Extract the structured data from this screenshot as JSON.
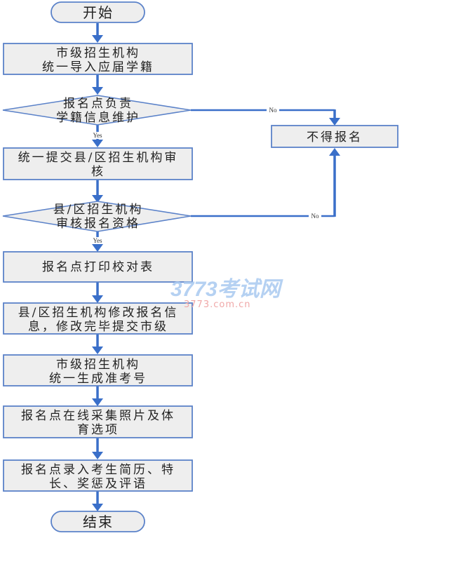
{
  "flowchart": {
    "start": "开始",
    "end": "结束",
    "nodes": [
      {
        "id": "city-import",
        "lines": [
          "市级招生机构",
          "统一导入应届学籍"
        ]
      },
      {
        "id": "decision-maintain",
        "lines": [
          "报名点负责",
          "学籍信息维护"
        ]
      },
      {
        "id": "submit-county",
        "lines": [
          "统一提交县/区招生机构审",
          "核"
        ]
      },
      {
        "id": "decision-county",
        "lines": [
          "县/区招生机构",
          "审核报名资格"
        ]
      },
      {
        "id": "print-check",
        "lines": [
          "报名点打印校对表"
        ]
      },
      {
        "id": "county-modify",
        "lines": [
          "县/区招生机构修改报名信",
          "息，修改完毕提交市级"
        ]
      },
      {
        "id": "city-generate",
        "lines": [
          "市级招生机构",
          "统一生成准考号"
        ]
      },
      {
        "id": "photo-sports",
        "lines": [
          "报名点在线采集照片及体",
          "育选项"
        ]
      },
      {
        "id": "resume-entry",
        "lines": [
          "报名点录入考生简历、特",
          "长、奖惩及评语"
        ]
      },
      {
        "id": "reject",
        "lines": [
          "不得报名"
        ]
      }
    ],
    "edge_labels": {
      "yes1": "Yes",
      "no1": "No",
      "yes2": "Yes",
      "no2": "No"
    }
  },
  "watermark": {
    "brand": "3773考试网",
    "url": "3773.com.cn"
  },
  "colors": {
    "line": "#3a6fc9",
    "box_fill": "#eeeeee",
    "box_stroke": "#5b82c9",
    "watermark_blue": "#a9c9f0",
    "watermark_red": "#f0a8a8"
  }
}
